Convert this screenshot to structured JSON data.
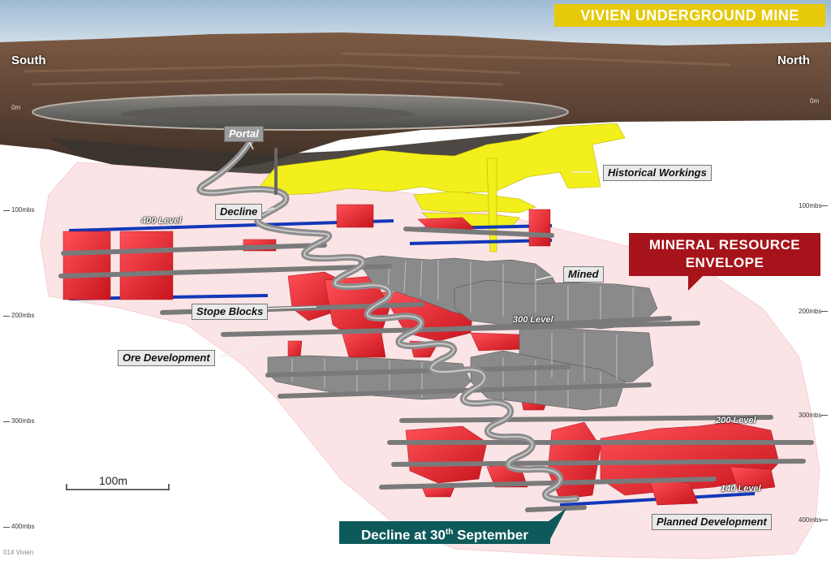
{
  "title": "VIVIEN UNDERGROUND MINE",
  "orientation": {
    "left": "South",
    "right": "North"
  },
  "surface_marker": "0m",
  "depth_axis_left": [
    "100mbs",
    "200mbs",
    "300mbs",
    "400mbs"
  ],
  "depth_axis_right": [
    "100mbs",
    "200mbs",
    "300mbs",
    "400mbs"
  ],
  "levels": [
    "400 Level",
    "300 Level",
    "200 Level",
    "140 Level"
  ],
  "callouts": {
    "portal": "Portal",
    "decline": "Decline",
    "historical": "Historical Workings",
    "mined": "Mined",
    "stope_blocks": "Stope Blocks",
    "ore_development": "Ore Development",
    "planned_development": "Planned Development"
  },
  "resource_envelope": {
    "line1": "MINERAL RESOURCE",
    "line2": "ENVELOPE"
  },
  "scale_bar": "100m",
  "decline_banner": {
    "prefix": "Decline at 30",
    "sup": "th",
    "suffix": " September"
  },
  "footer": "014 Vivien",
  "colors": {
    "title_bg": "#e6c90a",
    "resource_box": "#a6131a",
    "decline_banner": "#0e5a5a",
    "envelope": "#fbe4e6",
    "stope": "#e8262e",
    "historical": "#f5f219",
    "level_line": "#1238b8"
  }
}
